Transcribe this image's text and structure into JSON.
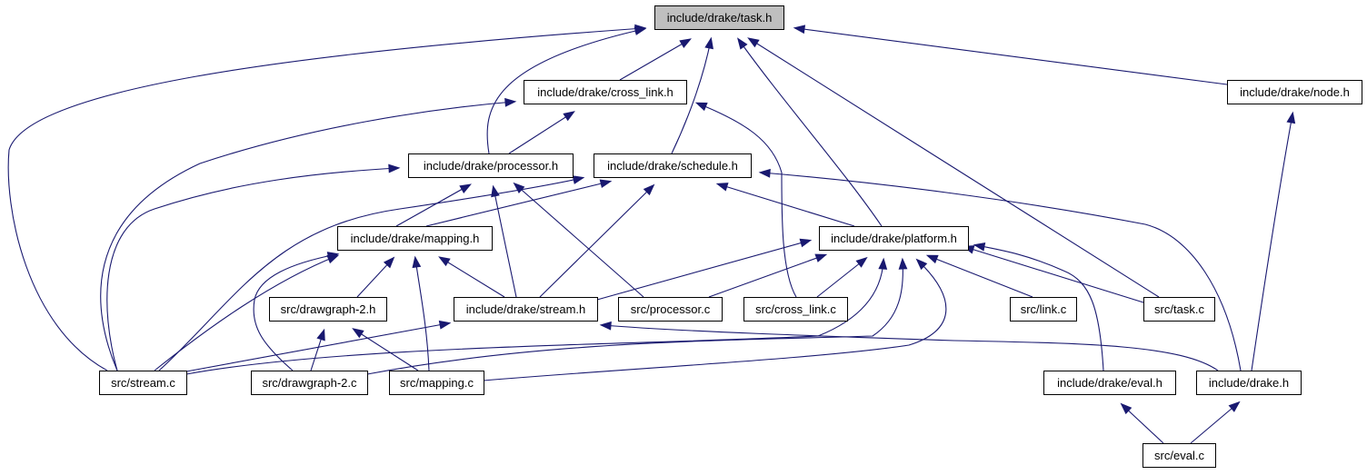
{
  "diagram": {
    "type": "include-dependency-graph",
    "root": "task_h",
    "colors": {
      "root_fill": "#bfbfbf",
      "node_fill": "#ffffff",
      "border": "#000000",
      "edge": "#191970"
    },
    "nodes": [
      {
        "id": "task_h",
        "label": "include/drake/task.h"
      },
      {
        "id": "cross_link_h",
        "label": "include/drake/cross_link.h"
      },
      {
        "id": "node_h",
        "label": "include/drake/node.h"
      },
      {
        "id": "processor_h",
        "label": "include/drake/processor.h"
      },
      {
        "id": "schedule_h",
        "label": "include/drake/schedule.h"
      },
      {
        "id": "mapping_h",
        "label": "include/drake/mapping.h"
      },
      {
        "id": "platform_h",
        "label": "include/drake/platform.h"
      },
      {
        "id": "drawgraph2_h",
        "label": "src/drawgraph-2.h"
      },
      {
        "id": "stream_h",
        "label": "include/drake/stream.h"
      },
      {
        "id": "processor_c",
        "label": "src/processor.c"
      },
      {
        "id": "cross_link_c",
        "label": "src/cross_link.c"
      },
      {
        "id": "link_c",
        "label": "src/link.c"
      },
      {
        "id": "task_c",
        "label": "src/task.c"
      },
      {
        "id": "stream_c",
        "label": "src/stream.c"
      },
      {
        "id": "drawgraph2_c",
        "label": "src/drawgraph-2.c"
      },
      {
        "id": "mapping_c",
        "label": "src/mapping.c"
      },
      {
        "id": "eval_h",
        "label": "include/drake/eval.h"
      },
      {
        "id": "drake_h",
        "label": "include/drake.h"
      },
      {
        "id": "eval_c",
        "label": "src/eval.c"
      }
    ],
    "edges": [
      {
        "from": "cross_link_h",
        "to": "task_h"
      },
      {
        "from": "processor_h",
        "to": "task_h"
      },
      {
        "from": "schedule_h",
        "to": "task_h"
      },
      {
        "from": "platform_h",
        "to": "task_h"
      },
      {
        "from": "task_c",
        "to": "task_h"
      },
      {
        "from": "node_h",
        "to": "task_h"
      },
      {
        "from": "stream_c",
        "to": "task_h"
      },
      {
        "from": "processor_h",
        "to": "cross_link_h"
      },
      {
        "from": "stream_c",
        "to": "cross_link_h"
      },
      {
        "from": "cross_link_c",
        "to": "cross_link_h"
      },
      {
        "from": "drake_h",
        "to": "node_h"
      },
      {
        "from": "mapping_h",
        "to": "processor_h"
      },
      {
        "from": "stream_h",
        "to": "processor_h"
      },
      {
        "from": "processor_c",
        "to": "processor_h"
      },
      {
        "from": "stream_c",
        "to": "processor_h"
      },
      {
        "from": "mapping_h",
        "to": "schedule_h"
      },
      {
        "from": "stream_h",
        "to": "schedule_h"
      },
      {
        "from": "platform_h",
        "to": "schedule_h"
      },
      {
        "from": "stream_c",
        "to": "schedule_h"
      },
      {
        "from": "drake_h",
        "to": "schedule_h"
      },
      {
        "from": "drawgraph2_h",
        "to": "mapping_h"
      },
      {
        "from": "stream_h",
        "to": "mapping_h"
      },
      {
        "from": "mapping_c",
        "to": "mapping_h"
      },
      {
        "from": "stream_c",
        "to": "mapping_h"
      },
      {
        "from": "drawgraph2_c",
        "to": "mapping_h"
      },
      {
        "from": "stream_h",
        "to": "platform_h"
      },
      {
        "from": "processor_c",
        "to": "platform_h"
      },
      {
        "from": "cross_link_c",
        "to": "platform_h"
      },
      {
        "from": "link_c",
        "to": "platform_h"
      },
      {
        "from": "task_c",
        "to": "platform_h"
      },
      {
        "from": "eval_h",
        "to": "platform_h"
      },
      {
        "from": "stream_c",
        "to": "platform_h"
      },
      {
        "from": "drawgraph2_c",
        "to": "platform_h"
      },
      {
        "from": "mapping_c",
        "to": "platform_h"
      },
      {
        "from": "drawgraph2_c",
        "to": "drawgraph2_h"
      },
      {
        "from": "mapping_c",
        "to": "drawgraph2_h"
      },
      {
        "from": "stream_c",
        "to": "stream_h"
      },
      {
        "from": "drake_h",
        "to": "stream_h"
      },
      {
        "from": "eval_c",
        "to": "eval_h"
      },
      {
        "from": "eval_c",
        "to": "drake_h"
      }
    ]
  }
}
